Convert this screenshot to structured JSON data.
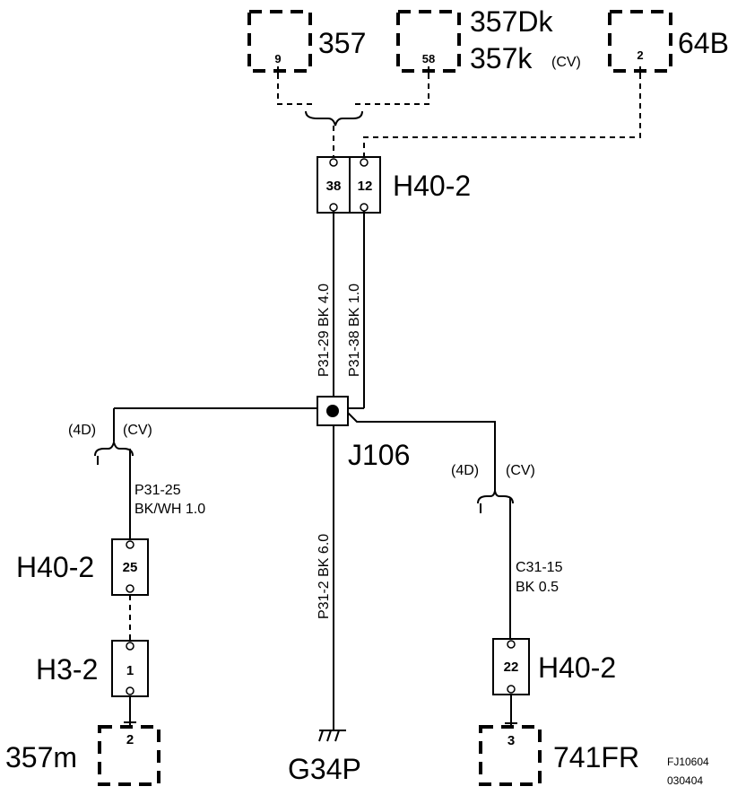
{
  "components": {
    "c357": {
      "label": "357",
      "pin": "9"
    },
    "c357dk": {
      "label_line1": "357Dk",
      "label_line2": "357k",
      "variant": "(CV)",
      "pin": "58"
    },
    "c64b": {
      "label": "64B",
      "pin": "2"
    },
    "h40_top": {
      "label": "H40-2",
      "pin_a": "38",
      "pin_b": "12"
    },
    "j106": {
      "label": "J106"
    },
    "h40_left": {
      "label": "H40-2",
      "pin": "25"
    },
    "h3": {
      "label": "H3-2",
      "pin": "1"
    },
    "c357m": {
      "label": "357m",
      "pin": "2"
    },
    "g34p": {
      "label": "G34P"
    },
    "h40_right": {
      "label": "H40-2",
      "pin": "22"
    },
    "c741fr": {
      "label": "741FR",
      "pin": "3"
    }
  },
  "wires": {
    "p31_29": "P31-29  BK   4.0",
    "p31_38": "P31-38  BK   1.0",
    "p31_2": "P31-2   BK   6.0",
    "p31_25_line1": "P31-25",
    "p31_25_line2": "BK/WH  1.0",
    "c31_15_line1": "C31-15",
    "c31_15_line2": "BK   0.5"
  },
  "variants": {
    "left_4d": "(4D)",
    "left_cv": "(CV)",
    "right_4d": "(4D)",
    "right_cv": "(CV)"
  },
  "figure": {
    "code": "FJ10604",
    "date": "030404"
  }
}
